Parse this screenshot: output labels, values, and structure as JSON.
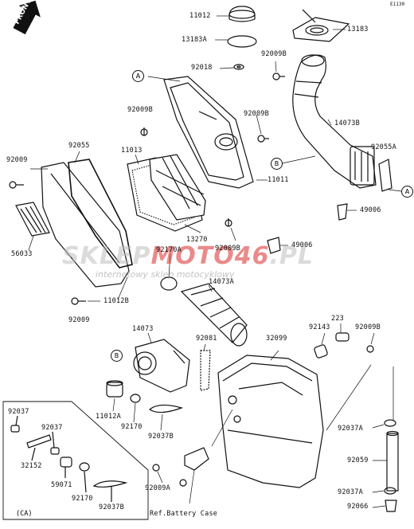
{
  "diagram_code": "E1130",
  "front_label": "FRONT",
  "watermark": {
    "main_a": "SKLEP",
    "main_b": "MOTO",
    "main_c": "46",
    "main_d": ".PL",
    "sub": "internetowy sklep motocyklowy"
  },
  "ref_label": "Ref.Battery Case",
  "inset_label": "(CA)",
  "callouts": {
    "a": "A",
    "b": "B"
  },
  "parts": [
    "11012",
    "13183A",
    "92018",
    "13183",
    "92009B",
    "92009B",
    "92009B",
    "14073B",
    "92009",
    "92055",
    "11013",
    "11011",
    "92055A",
    "49006",
    "56033",
    "13270",
    "92009B",
    "49006",
    "92170A",
    "14073A",
    "11012B",
    "92009",
    "14073",
    "92081",
    "32099",
    "92143",
    "223",
    "92009B",
    "11012A",
    "92170",
    "92037B",
    "92037",
    "92037",
    "92037A",
    "32152",
    "92059",
    "59071",
    "92170",
    "92037B",
    "92009A",
    "92037A",
    "92066"
  ]
}
